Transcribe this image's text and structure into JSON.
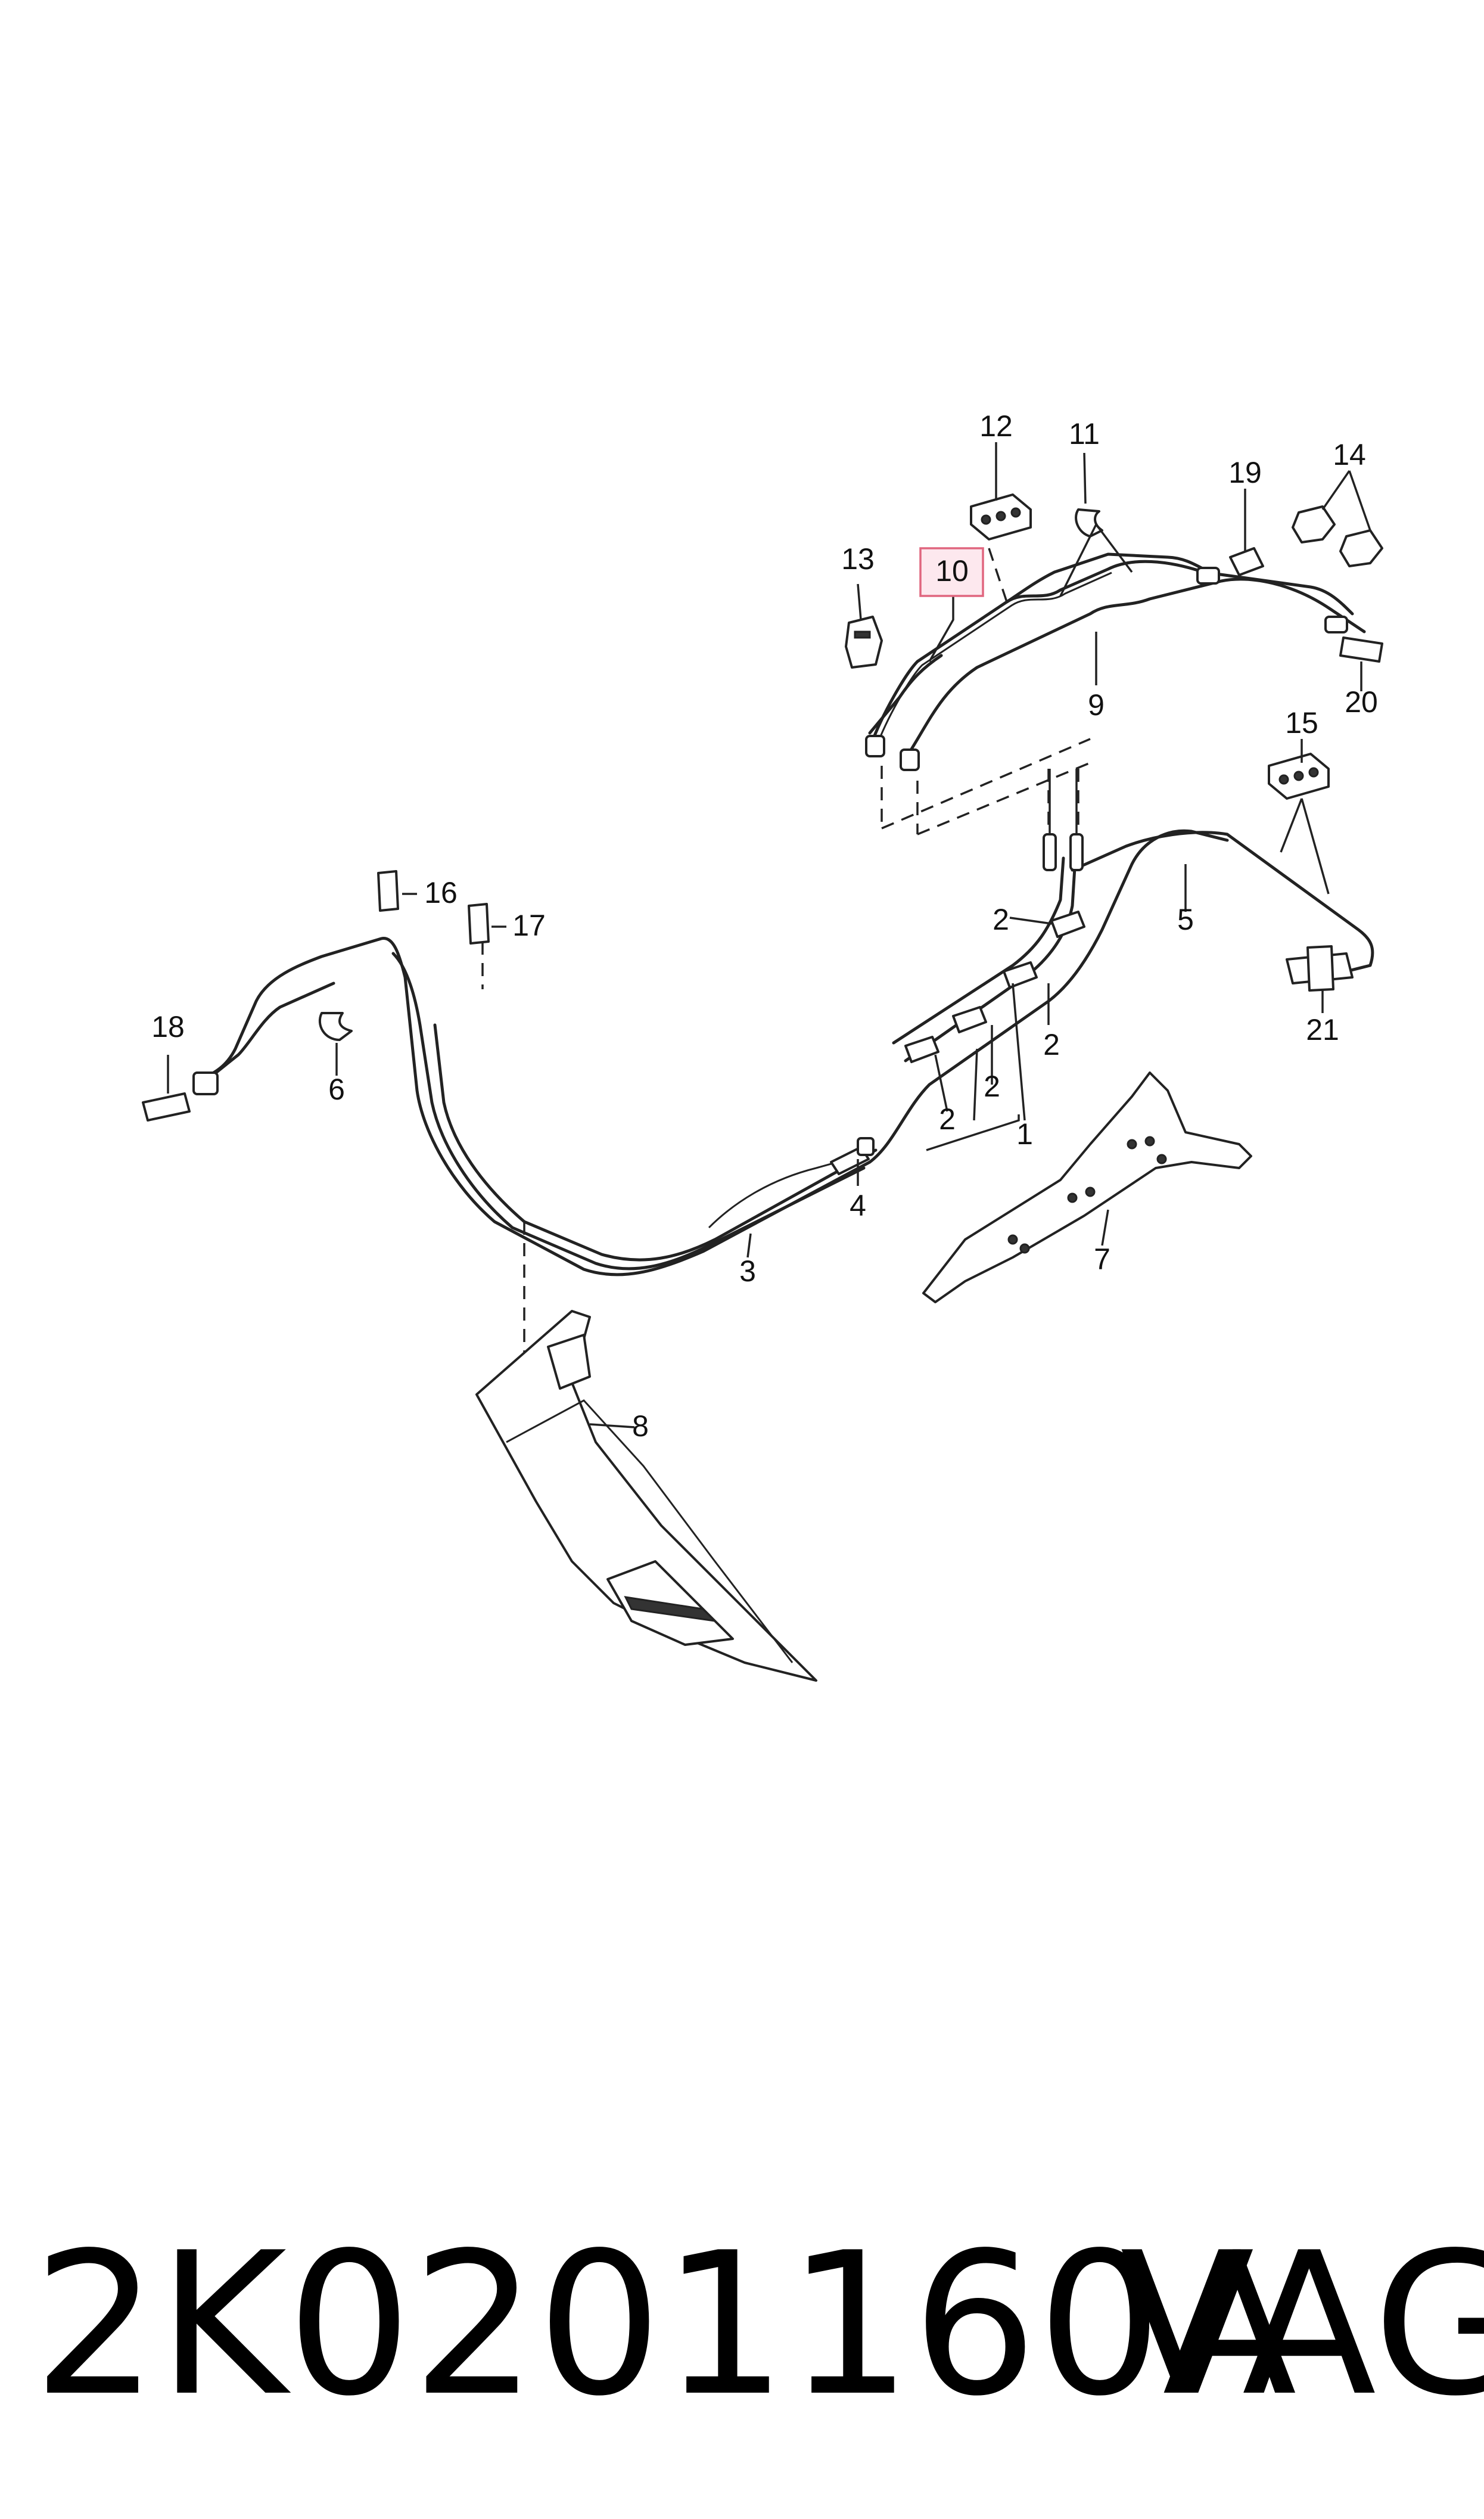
{
  "diagram": {
    "callouts": {
      "c1": "1",
      "c2a": "2",
      "c2b": "2",
      "c2c": "2",
      "c2d": "2",
      "c3": "3",
      "c4": "4",
      "c5": "5",
      "c6": "6",
      "c7": "7",
      "c8": "8",
      "c9": "9",
      "c10": "10",
      "c11": "11",
      "c12": "12",
      "c13": "13",
      "c14": "14",
      "c15": "15",
      "c16": "16",
      "c17": "17",
      "c18": "18",
      "c19": "19",
      "c20": "20",
      "c21": "21"
    },
    "highlighted_callout": "10",
    "highlight_color": "#fde8ee"
  },
  "footer": {
    "part_number": "2K0201160A",
    "brand": "VAG"
  }
}
